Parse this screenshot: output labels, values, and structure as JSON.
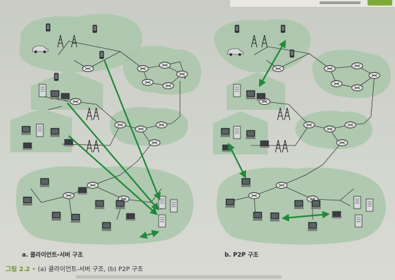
{
  "figure": {
    "label_number": "그림 2.2",
    "caption": "(a) 클라이언트-서버 구조, (b) P2P 구조",
    "panel_a_label": "a. 클라이언트-서버 구조",
    "panel_b_label": "b. P2P 구조"
  },
  "colors": {
    "cloud_fill": "#a9c7aa",
    "arrow_green": "#1f8a3a",
    "router_fill": "#e3e6e2",
    "link_line": "#3b3b3b"
  },
  "icons": [
    "router-icon",
    "server-icon",
    "laptop-icon",
    "desktop-icon",
    "phone-icon",
    "car-icon",
    "cell-tower-icon",
    "traffic-light-icon"
  ]
}
